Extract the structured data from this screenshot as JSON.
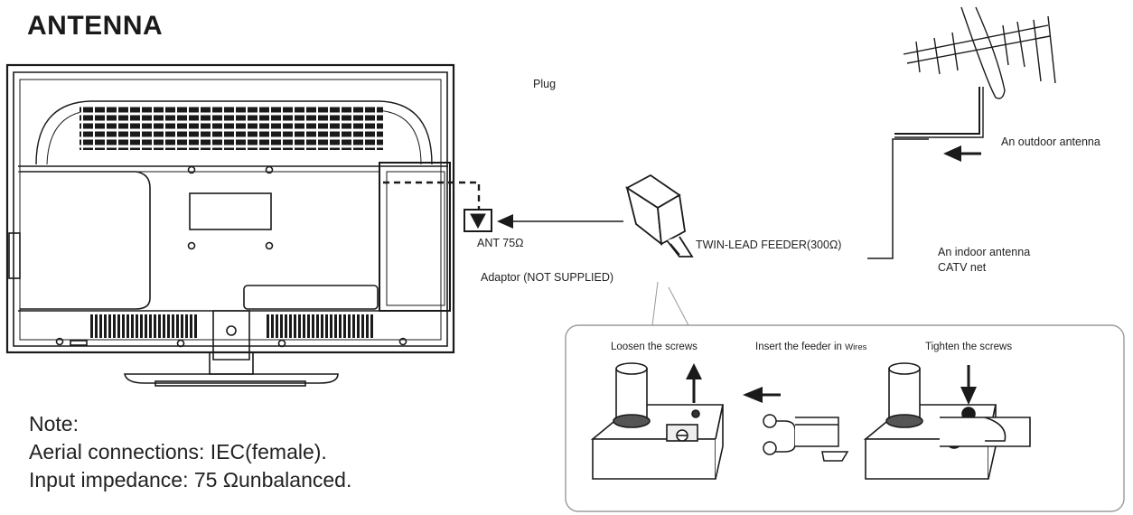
{
  "heading": "ANTENNA",
  "labels": {
    "plug": "Plug",
    "outdoor_antenna": "An outdoor antenna",
    "ant": "ANT 75Ω",
    "twin_lead": "TWIN-LEAD FEEDER(300Ω)",
    "indoor_antenna": "An indoor antenna",
    "catv": "CATV net",
    "adaptor": "Adaptor  (NOT SUPPLIED)"
  },
  "steps": {
    "loosen": "Loosen the screws",
    "insert": "Insert the feeder in",
    "wires": "Wires",
    "tighten": "Tighten the screws"
  },
  "note": {
    "title": "Note:",
    "line1": "Aerial connections: IEC(female).",
    "line2": "Input impedance: 75   Ωunbalanced."
  },
  "icons": [
    "tv-rear-icon",
    "outdoor-antenna-icon",
    "adaptor-plug-icon",
    "screw-terminal-icon",
    "arrow-icon"
  ]
}
